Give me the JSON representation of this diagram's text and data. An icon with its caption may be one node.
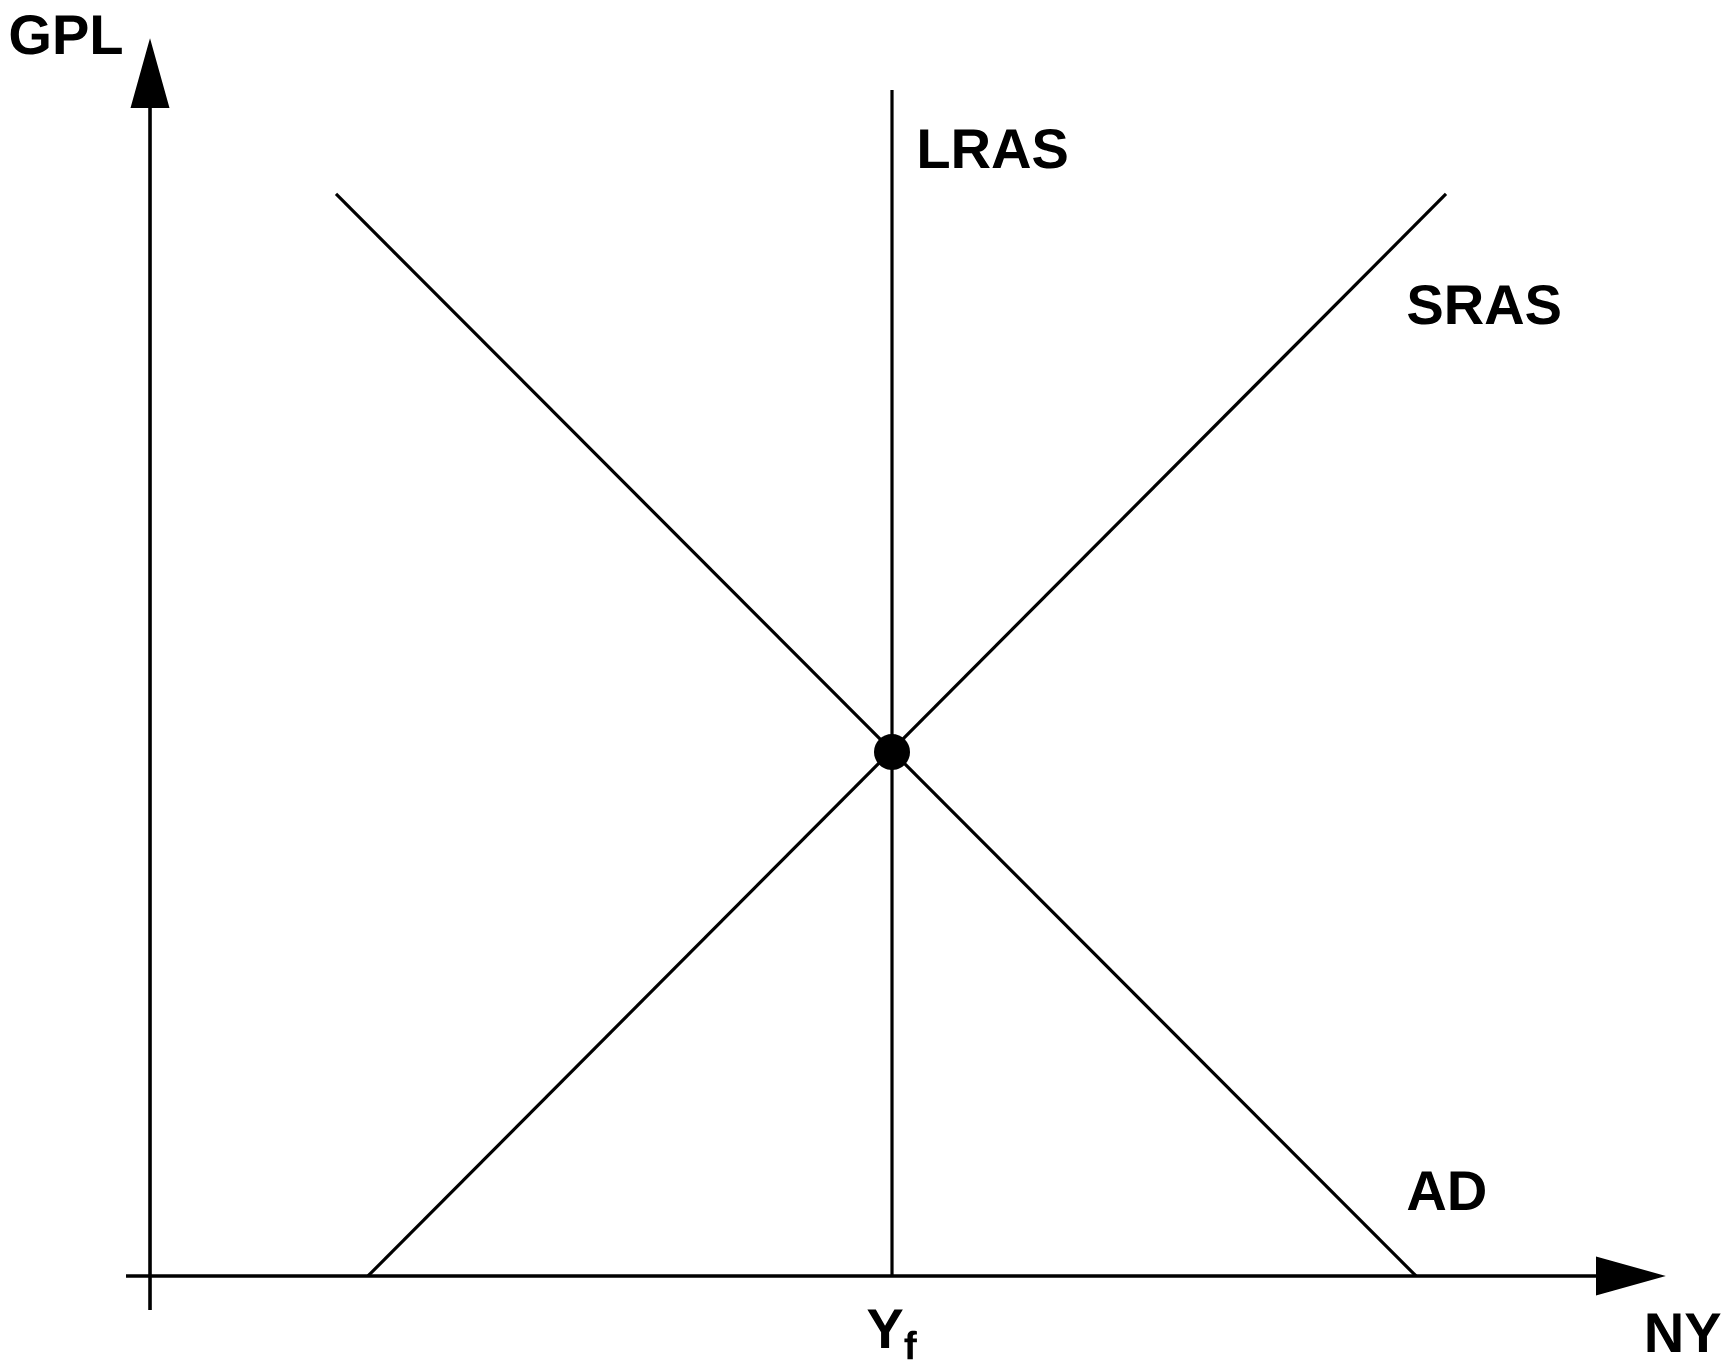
{
  "diagram": {
    "labels": [
      "GPL",
      "LRAS",
      "SRAS",
      "AD",
      "Y$_{f}$",
      "NY"
    ]
  }
}
